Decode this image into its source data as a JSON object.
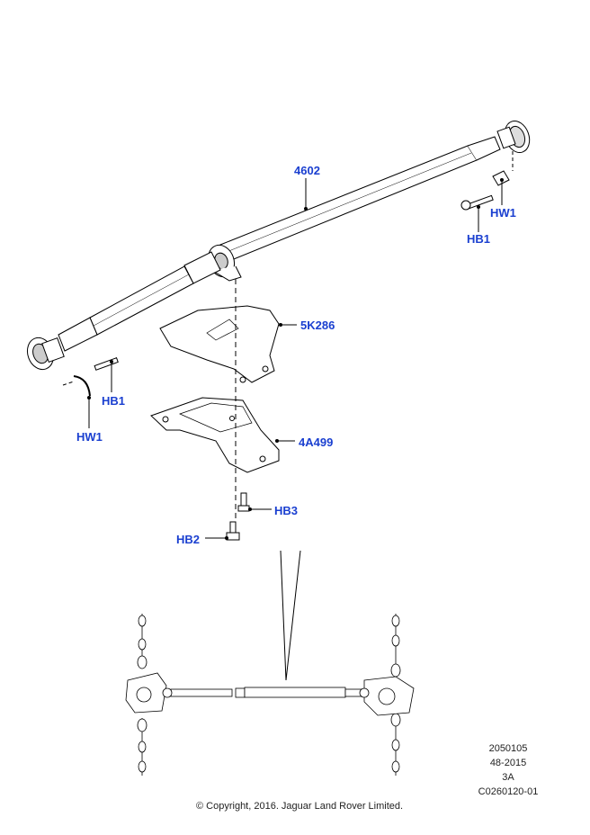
{
  "callouts": {
    "shaft": "4602",
    "heat_shield": "5K286",
    "bracket": "4A499",
    "hw1_right": "HW1",
    "hb1_right": "HB1",
    "hb1_left": "HB1",
    "hw1_left": "HW1",
    "hb3": "HB3",
    "hb2": "HB2"
  },
  "reference": {
    "line1": "2050105",
    "line2": "48-2015",
    "line3": "3A",
    "line4": "C0260120-01"
  },
  "copyright": "© Copyright, 2016. Jaguar Land Rover Limited."
}
